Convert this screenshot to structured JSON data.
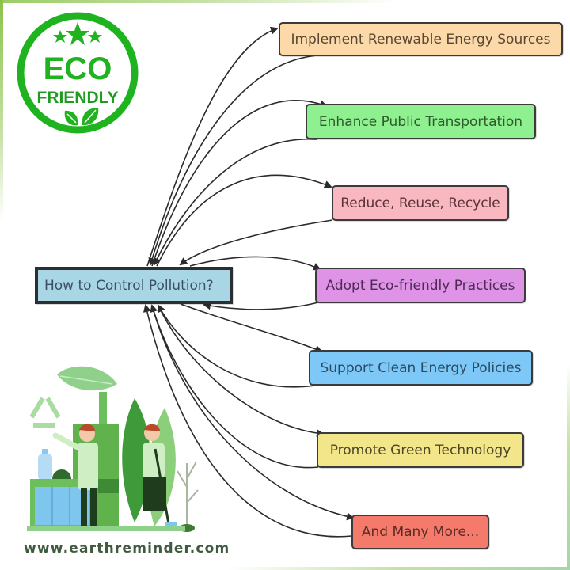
{
  "badge": {
    "line1": "ECO",
    "line2": "FRIENDLY",
    "color": "#1fb31f",
    "icons": [
      "star-icon",
      "star-icon",
      "star-icon",
      "leaf-icon",
      "leaf-icon"
    ]
  },
  "center_node": {
    "label": "How to Control Pollution?",
    "fill": "#a9d6e5",
    "text_color": "#3a5060"
  },
  "nodes": [
    {
      "label": "Implement Renewable Energy Sources",
      "fill": "#fcd9a8",
      "text_color": "#5a4632"
    },
    {
      "label": "Enhance Public Transportation",
      "fill": "#8ef08e",
      "text_color": "#2e5a2e"
    },
    {
      "label": "Reduce, Reuse, Recycle",
      "fill": "#f9b8c0",
      "text_color": "#5a3338"
    },
    {
      "label": "Adopt Eco-friendly Practices",
      "fill": "#de93e6",
      "text_color": "#4e2a55"
    },
    {
      "label": "Support Clean Energy Policies",
      "fill": "#7ec8f7",
      "text_color": "#2a4a63"
    },
    {
      "label": "Promote Green Technology",
      "fill": "#f3e68a",
      "text_color": "#4c4726"
    },
    {
      "label": "And Many More...",
      "fill": "#f47a6c",
      "text_color": "#5a2a25"
    }
  ],
  "illustration": {
    "description": "Two workers beside recycling bin, factory, leaves and recycle symbol",
    "icons": [
      "recycle-icon",
      "leaf-icon",
      "factory-icon",
      "water-bottle-icon",
      "gear-icon",
      "sapling-icon"
    ]
  },
  "footer": {
    "website": "www.earthreminder.com"
  }
}
